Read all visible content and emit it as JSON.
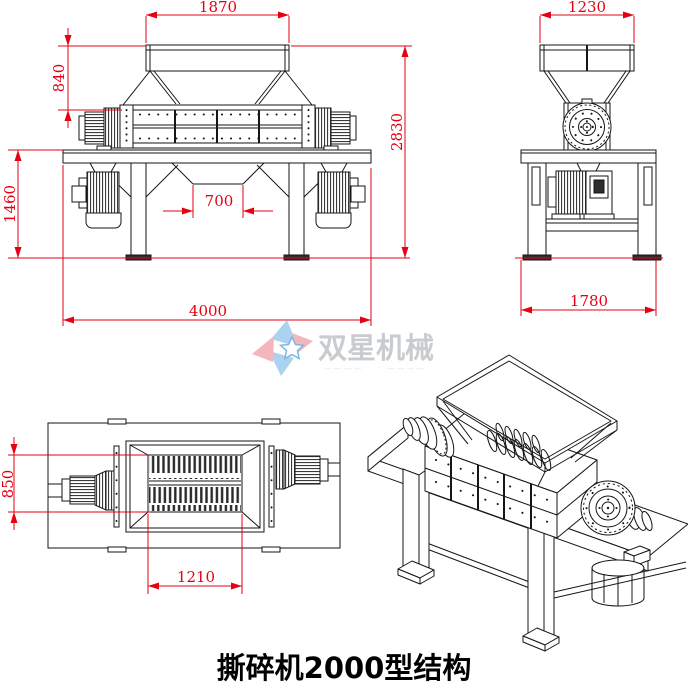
{
  "page": {
    "background": "#ffffff"
  },
  "colors": {
    "dimension_red": "#e60012",
    "drawing_black": "#161616",
    "logo_blue": "#a9d3ef",
    "logo_pink": "#f2b6bc",
    "logo_gray": "#c9cccf"
  },
  "title": {
    "text": "撕碎机2000型结构"
  },
  "logo": {
    "company": "双星机械",
    "tagline": "————  ·  ·  ————"
  },
  "views": {
    "front": {
      "name": "front-view",
      "dims": {
        "hopper_top_width": "1870",
        "hopper_height": "840",
        "overall_height": "2830",
        "stand_height": "1460",
        "discharge_width": "700",
        "overall_length": "4000"
      }
    },
    "side": {
      "name": "side-view",
      "dims": {
        "hopper_top_width": "1230",
        "stand_width": "1780"
      }
    },
    "top": {
      "name": "top-view",
      "dims": {
        "chamber_width": "850",
        "chamber_length": "1210"
      }
    },
    "iso": {
      "name": "isometric-view"
    }
  }
}
